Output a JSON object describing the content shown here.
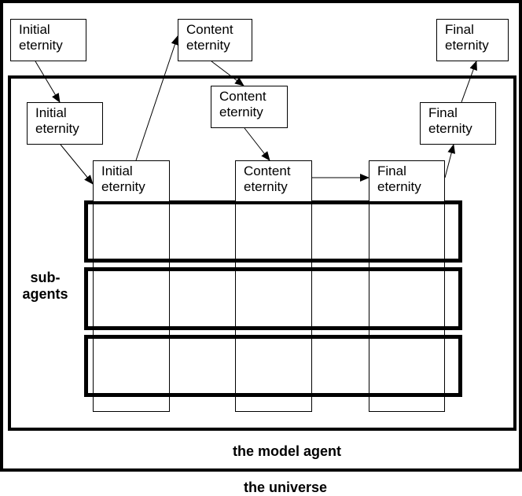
{
  "labels": {
    "universe": "the universe",
    "model_agent": "the model agent",
    "sub_agents_line1": "sub-",
    "sub_agents_line2": "agents"
  },
  "eternities": {
    "initial": {
      "line1": "Initial",
      "line2": "eternity"
    },
    "content": {
      "line1": "Content",
      "line2": "eternity"
    },
    "final": {
      "line1": "Final",
      "line2": "eternity"
    }
  },
  "levels": [
    "universe",
    "model agent",
    "sub-agents"
  ],
  "sub_agent_count": 3,
  "colors": {
    "stroke": "#000000",
    "background": "#ffffff"
  }
}
